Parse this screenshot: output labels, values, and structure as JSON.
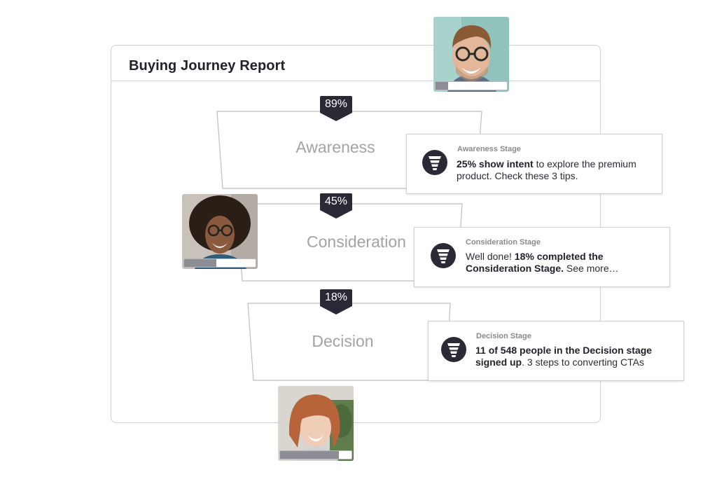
{
  "report": {
    "title": "Buying Journey Report"
  },
  "stages": [
    {
      "name": "Awareness",
      "percent": "89%"
    },
    {
      "name": "Consideration",
      "percent": "45%"
    },
    {
      "name": "Decision",
      "percent": "18%"
    }
  ],
  "tips": [
    {
      "heading": "Awareness Stage",
      "strong": "25% show intent",
      "rest": " to explore the premium product. Check these 3 tips."
    },
    {
      "heading": "Consideration Stage",
      "lead": "Well done! ",
      "strong": "18% completed the Consideration Stage.",
      "rest": " See more…"
    },
    {
      "heading": "Decision Stage",
      "strong": "11 of 548 people in the Decision stage signed up",
      "rest": ". 3 steps to converting CTAs"
    }
  ],
  "avatars": [
    {
      "person": "man-with-glasses",
      "progress": 0.18
    },
    {
      "person": "woman-curly-hair",
      "progress": 0.45
    },
    {
      "person": "woman-red-hair",
      "progress": 0.82
    }
  ],
  "icons": {
    "funnel": "funnel-icon"
  },
  "colors": {
    "badge": "#2a2a36",
    "stage_text": "#a3a3a3",
    "card_border": "#cfcfcf"
  }
}
